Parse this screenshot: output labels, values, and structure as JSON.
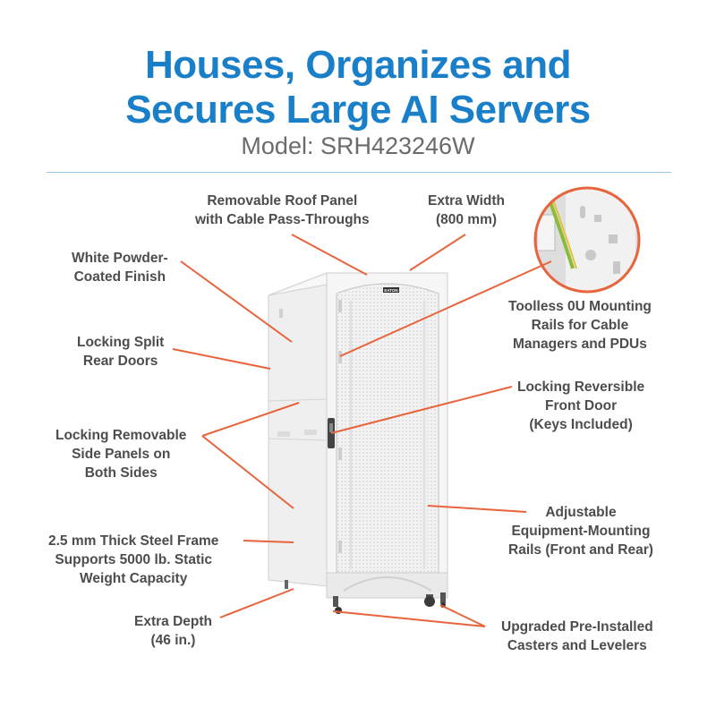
{
  "header": {
    "title_line1": "Houses, Organizes and",
    "title_line2": "Secures Large AI Servers",
    "model": "Model: SRH423246W"
  },
  "callouts": {
    "roof_panel": [
      "Removable Roof Panel",
      "with Cable Pass-Throughs"
    ],
    "extra_width": [
      "Extra Width",
      "(800 mm)"
    ],
    "finish": [
      "White Powder-",
      "Coated Finish"
    ],
    "mounting_rails": [
      "Toolless 0U Mounting",
      "Rails for Cable",
      "Managers and PDUs"
    ],
    "rear_doors": [
      "Locking Split",
      "Rear Doors"
    ],
    "front_door": [
      "Locking Reversible",
      "Front Door",
      "(Keys Included)"
    ],
    "side_panels": [
      "Locking Removable",
      "Side Panels on",
      "Both Sides"
    ],
    "equipment_rails": [
      "Adjustable",
      "Equipment-Mounting",
      "Rails (Front and Rear)"
    ],
    "steel_frame": [
      "2.5 mm Thick Steel Frame",
      "Supports 5000 lb. Static",
      "Weight Capacity"
    ],
    "extra_depth": [
      "Extra Depth",
      "(46 in.)"
    ],
    "casters": [
      "Upgraded Pre-Installed",
      "Casters and Levelers"
    ]
  },
  "colors": {
    "title": "#1a7fc9",
    "callout_line": "#e8643c",
    "label_text": "#4d4d4d",
    "model_text": "#6b6b6b"
  },
  "product_image": {
    "logo_text": "EATON"
  }
}
